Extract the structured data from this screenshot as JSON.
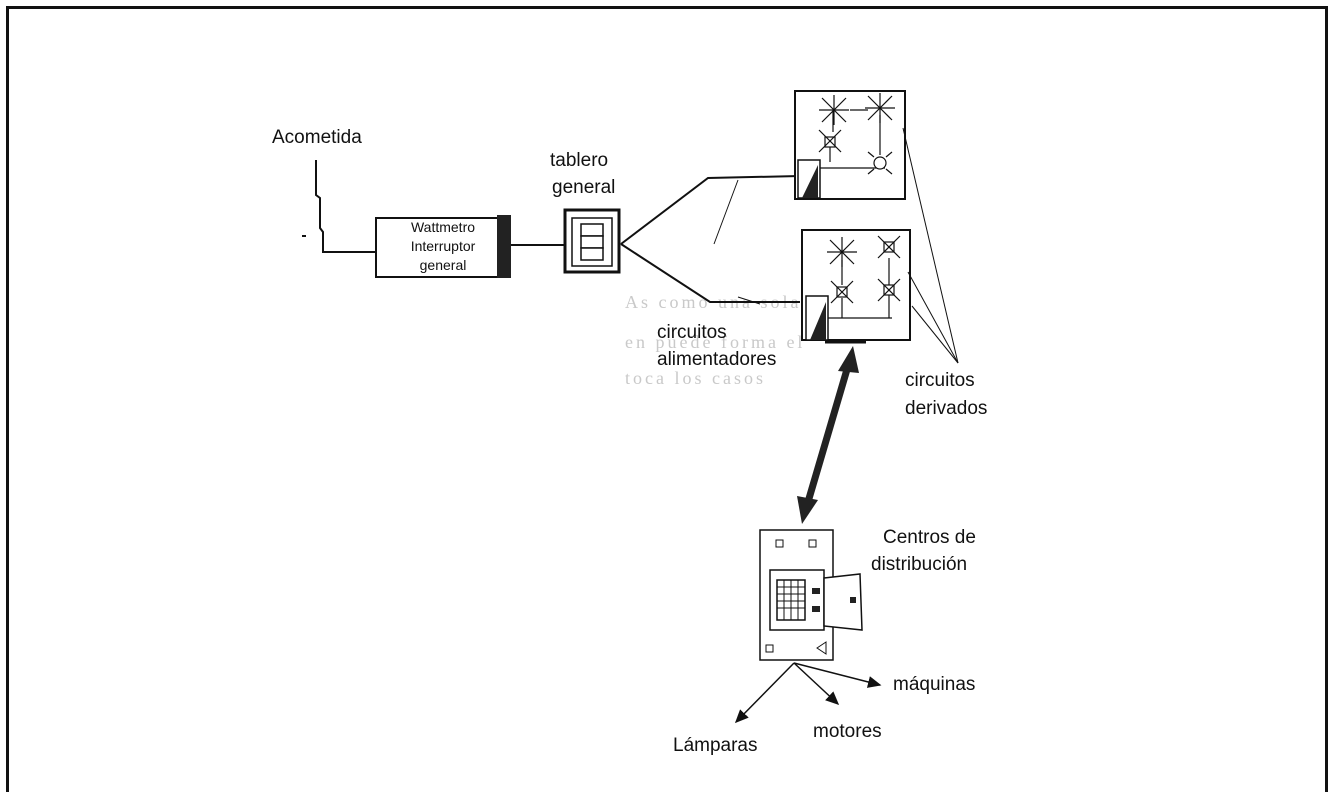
{
  "labels": {
    "acometida": "Acometida",
    "tablero": "tablero",
    "general": "general",
    "wattmetro": "Wattmetro",
    "interruptor": "Interruptor",
    "general_small": "general",
    "circuitos1": "circuitos",
    "alimentadores": "alimentadores",
    "circuitos2": "circuitos",
    "derivados": "derivados",
    "centros": "Centros de",
    "distribucion": "distribución",
    "maquinas": "máquinas",
    "motores": "motores",
    "lamparas": "Lámparas"
  },
  "bleed_text": {
    "line1": "As como  una  sola  hay",
    "line2": "en  puede  forma  el",
    "line3": "toca  los  casos"
  },
  "colors": {
    "ink": "#111111",
    "fill_dark": "#222222",
    "bleed": "#c9c9c9"
  }
}
